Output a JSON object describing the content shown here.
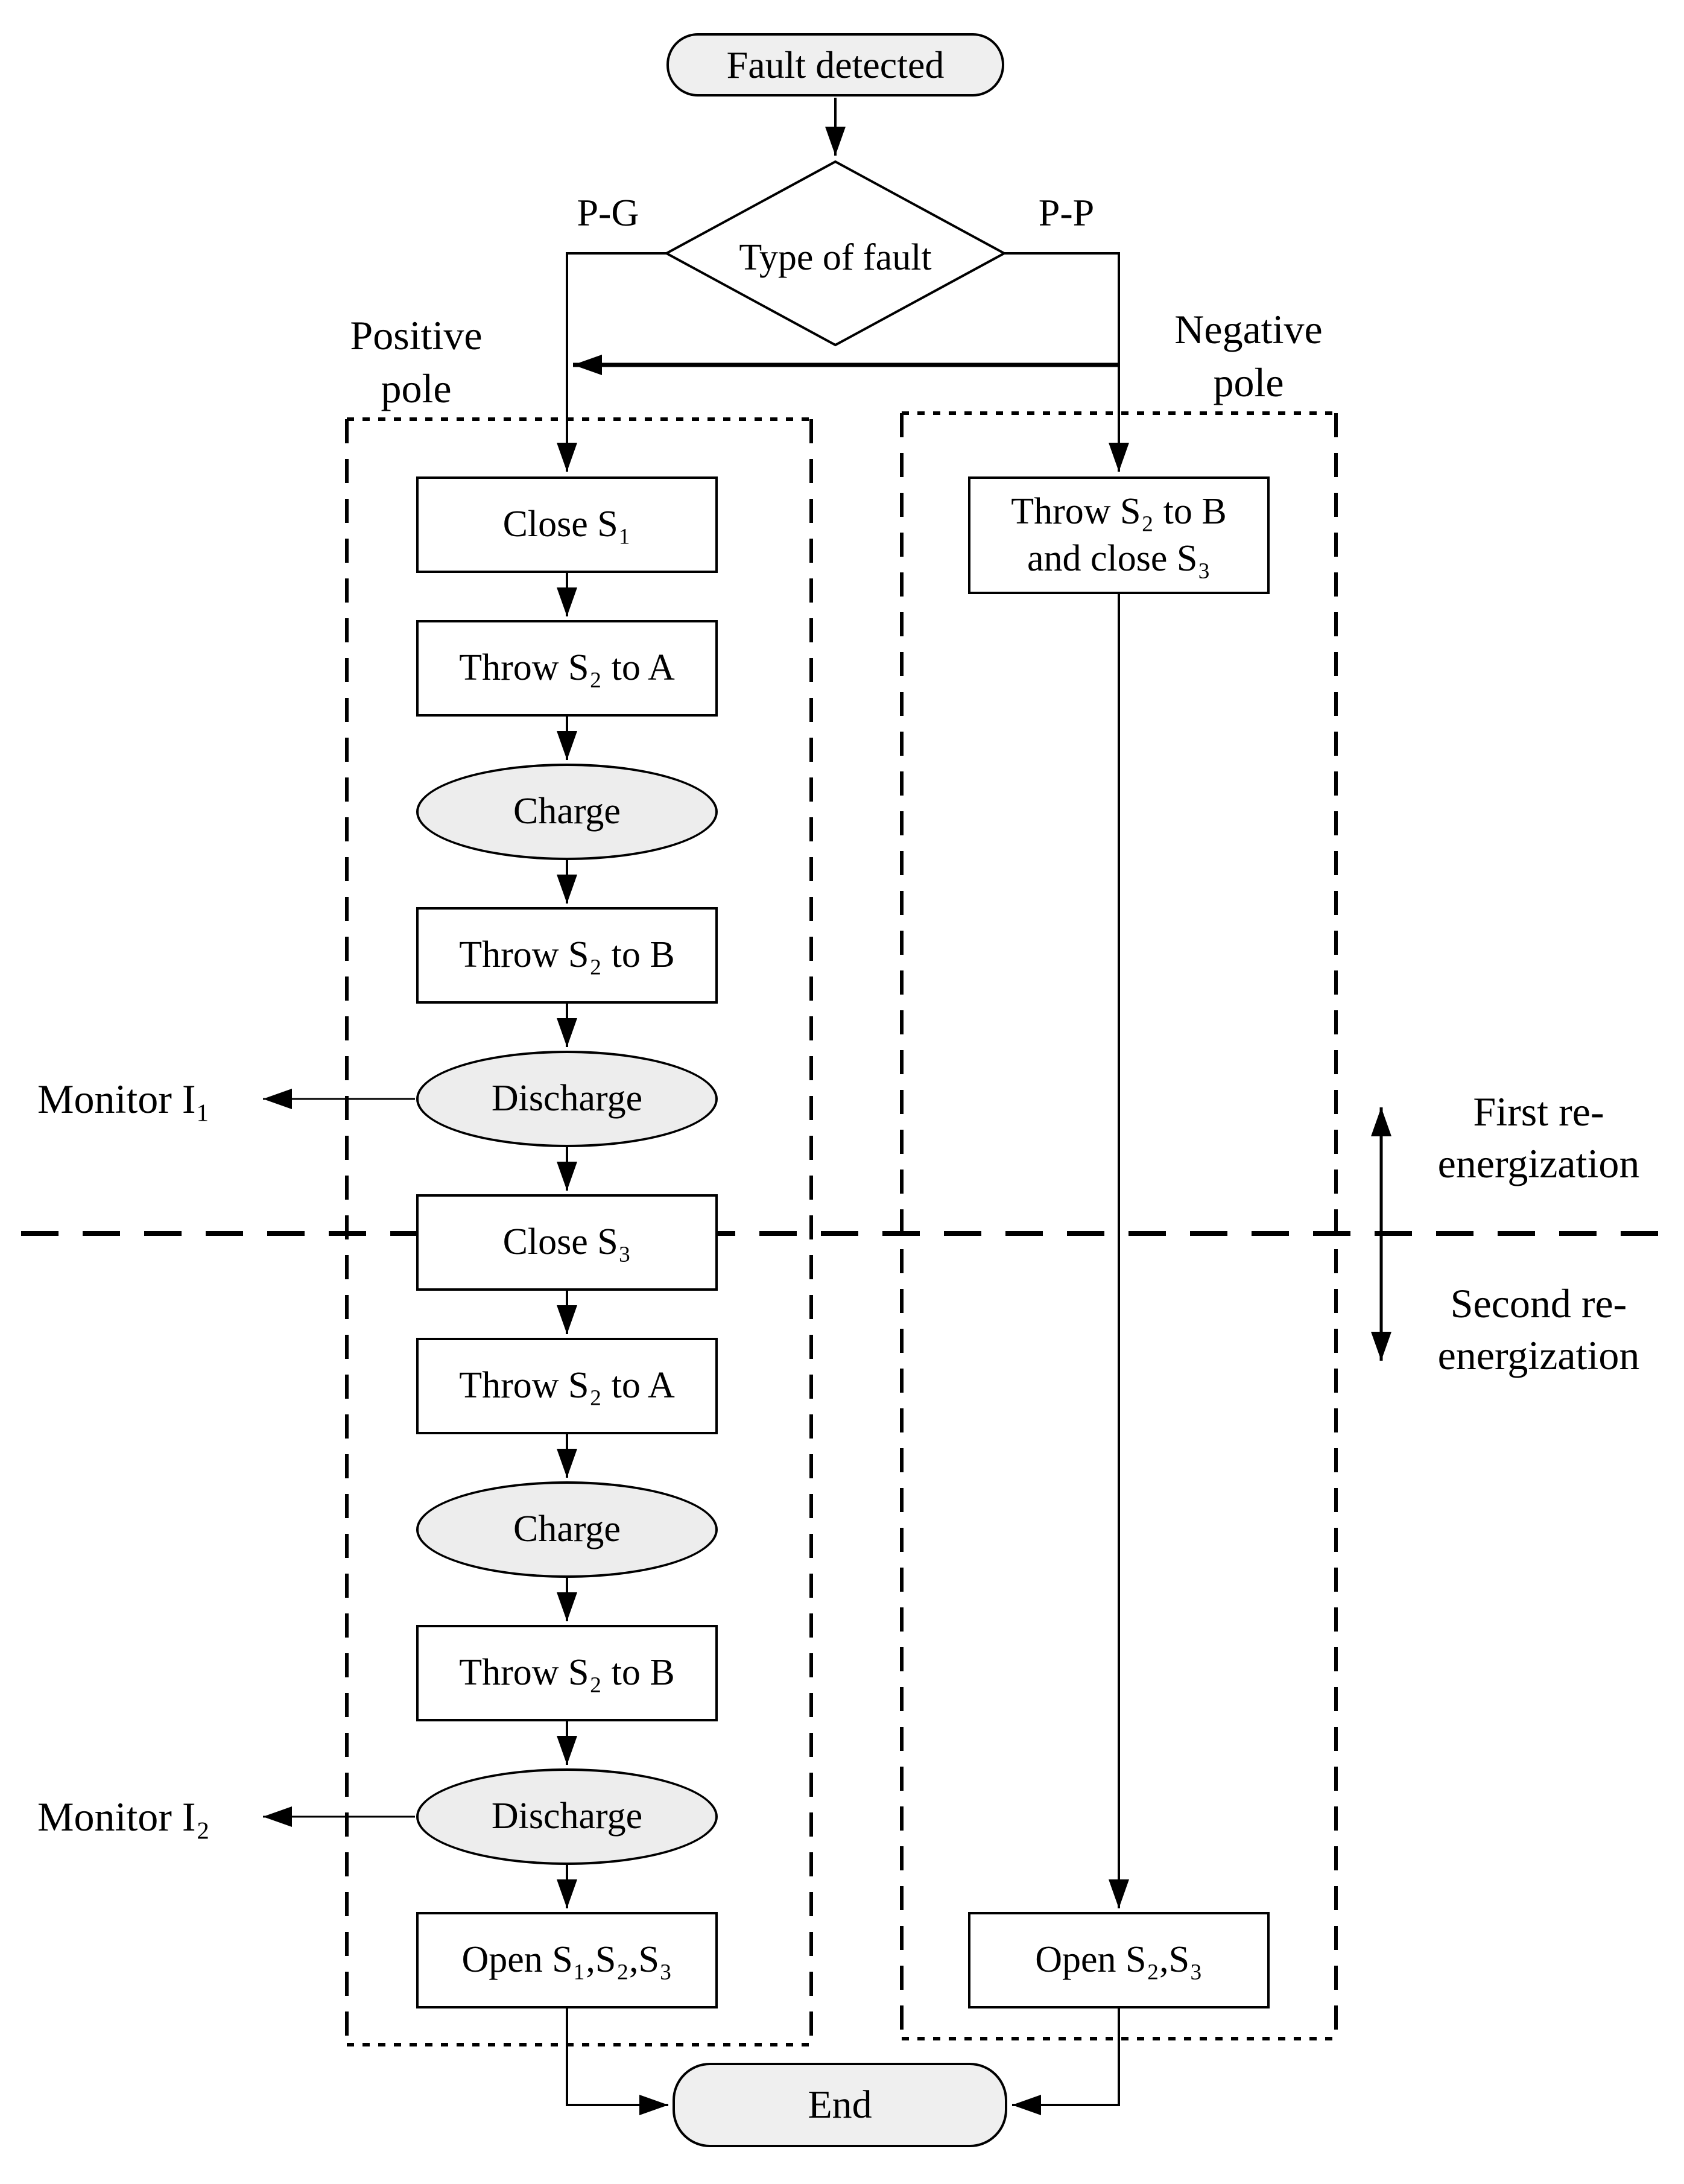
{
  "meta": {
    "background": "#ffffff",
    "ink": "#000000",
    "shape_fill": "#ededed"
  },
  "start": {
    "label": "Fault detected"
  },
  "decision": {
    "label": "Type of fault",
    "branch_left": "P-G",
    "branch_right": "P-P"
  },
  "positive_pole": {
    "title_line1": "Positive",
    "title_line2": "pole",
    "steps": [
      {
        "label": "Close S₁",
        "shape": "rect"
      },
      {
        "label": "Throw S₂ to A",
        "shape": "rect"
      },
      {
        "label": "Charge",
        "shape": "ellipse"
      },
      {
        "label": "Throw S₂ to B",
        "shape": "rect"
      },
      {
        "label": "Discharge",
        "shape": "ellipse"
      },
      {
        "label": "Close S₃",
        "shape": "rect"
      },
      {
        "label": "Throw S₂ to A",
        "shape": "rect"
      },
      {
        "label": "Charge",
        "shape": "ellipse"
      },
      {
        "label": "Throw S₂ to B",
        "shape": "rect"
      },
      {
        "label": "Discharge",
        "shape": "ellipse"
      },
      {
        "label": "Open S₁,S₂,S₃",
        "shape": "rect"
      }
    ]
  },
  "negative_pole": {
    "title_line1": "Negative",
    "title_line2": "pole",
    "step1_line1": "Throw S₂ to B",
    "step1_line2": "and close S₃",
    "step2": "Open S₂,S₃"
  },
  "annotations": {
    "monitor_1": "Monitor I₁",
    "monitor_2": "Monitor I₂",
    "first_line1": "First re-",
    "first_line2": "energization",
    "second_line1": "Second re-",
    "second_line2": "energization"
  },
  "end": {
    "label": "End"
  }
}
